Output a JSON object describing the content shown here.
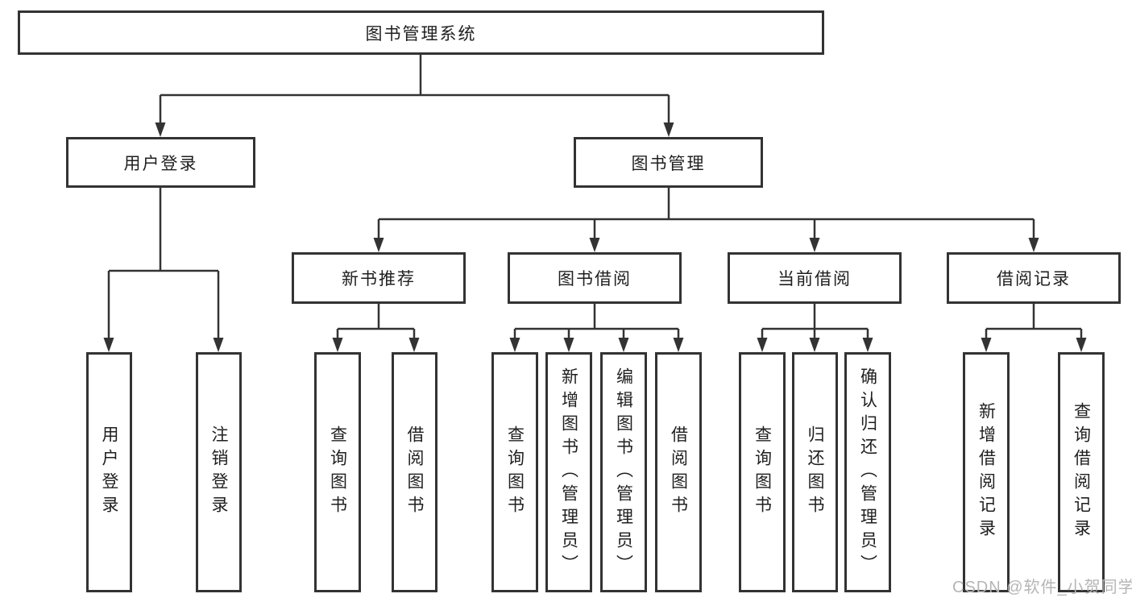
{
  "diagram": {
    "root": "图书管理系统",
    "level2": [
      "用户登录",
      "图书管理"
    ],
    "level3": [
      "新书推荐",
      "图书借阅",
      "当前借阅",
      "借阅记录"
    ],
    "leaves": {
      "user_login": [
        "用户登录",
        "注销登录"
      ],
      "new_book": [
        "查询图书",
        "借阅图书"
      ],
      "book_borrow": [
        "查询图书",
        "新增图书（管理员）",
        "编辑图书（管理员）",
        "借阅图书"
      ],
      "current_borrow": [
        "查询图书",
        "归还图书",
        "确认归还（管理员）"
      ],
      "borrow_record": [
        "新增借阅记录",
        "查询借阅记录"
      ]
    }
  },
  "watermark": {
    "text": "CSDN @软件_小贺同学"
  },
  "colors": {
    "line": "#333333",
    "text": "#1f1f1f",
    "watermark": "#b5b5b5",
    "background": "#ffffff"
  }
}
